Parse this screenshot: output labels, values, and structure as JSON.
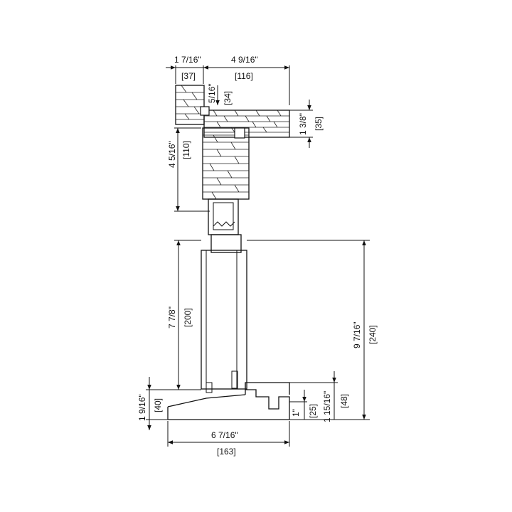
{
  "drawing": {
    "type": "window-section-detail",
    "stroke_color": "#111111",
    "background": "#ffffff"
  },
  "dims": {
    "head_left_in": "1 7/16\"",
    "head_left_mm": "[37]",
    "head_right_in": "4 9/16\"",
    "head_right_mm": "[116]",
    "stop_in": "5/16\"",
    "stop_mm": "[34]",
    "head_thick_in": "1 3/8\"",
    "head_thick_mm": "[35]",
    "jamb_in": "4 5/16\"",
    "jamb_mm": "[110]",
    "sash_in": "7 7/8\"",
    "sash_mm": "[200]",
    "overall_in": "9 7/16\"",
    "overall_mm": "[240]",
    "sill_left_in": "1 9/16\"",
    "sill_left_mm": "[40]",
    "sill_step_in": "1\"",
    "sill_step_mm": "[25]",
    "sill_right_in": "1 15/16\"",
    "sill_right_mm": "[48]",
    "sill_width_in": "6 7/16\"",
    "sill_width_mm": "[163]"
  }
}
